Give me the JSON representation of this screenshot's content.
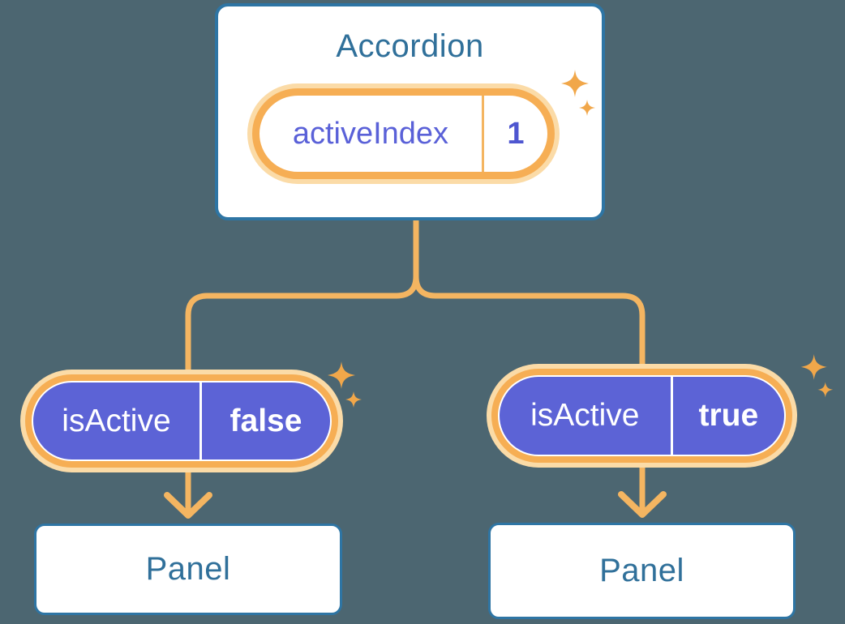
{
  "background_color": "#4C6671",
  "colors": {
    "card_fill": "#FFFFFF",
    "card_border_blue": "#2E75A4",
    "heading_blue": "#30709A",
    "pill_purple": "#5C63D6",
    "state_text_purple": "#5A61D8",
    "state_value_purple": "#4E56D0",
    "ring_orange": "#F6AE54",
    "glow_cream": "#FBDBA7",
    "connector_orange": "#F4B561",
    "sparkle_orange": "#F1A74A"
  },
  "icons": {
    "sparkle_icon": "✦",
    "down_arrow_icon": "↓"
  },
  "diagram": {
    "accordion": {
      "title": "Accordion",
      "state_pill": {
        "name": "activeIndex",
        "value": "1"
      }
    },
    "branches": [
      {
        "prop_pill": {
          "name": "isActive",
          "value": "false"
        },
        "panel": {
          "title": "Panel"
        }
      },
      {
        "prop_pill": {
          "name": "isActive",
          "value": "true"
        },
        "panel": {
          "title": "Panel"
        }
      }
    ]
  }
}
